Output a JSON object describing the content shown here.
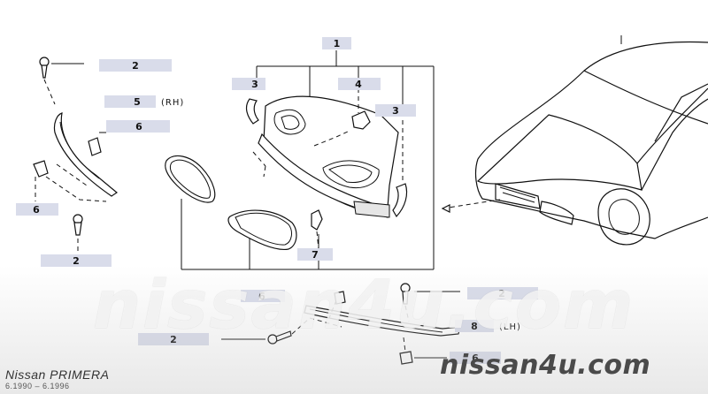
{
  "callouts": {
    "c1": "1",
    "c2_top": "2",
    "c2_mid": "2",
    "c2_lowleft": "2",
    "c2_right": "2",
    "c3_left": "3",
    "c3_right": "3",
    "c4": "4",
    "c5": "5",
    "c6_upper": "6",
    "c6_left": "6",
    "c6_center": "6",
    "c6_lower": "6",
    "c7": "7",
    "c8": "8"
  },
  "side_labels": {
    "rh": "(RH)",
    "lh": "(LH)"
  },
  "footer": {
    "model": "Nissan PRIMERA",
    "dates": "6.1990 – 6.1996",
    "watermark": "nissan4u.com"
  },
  "colors": {
    "callout_bg": "#d9dcea",
    "line": "#111111"
  }
}
